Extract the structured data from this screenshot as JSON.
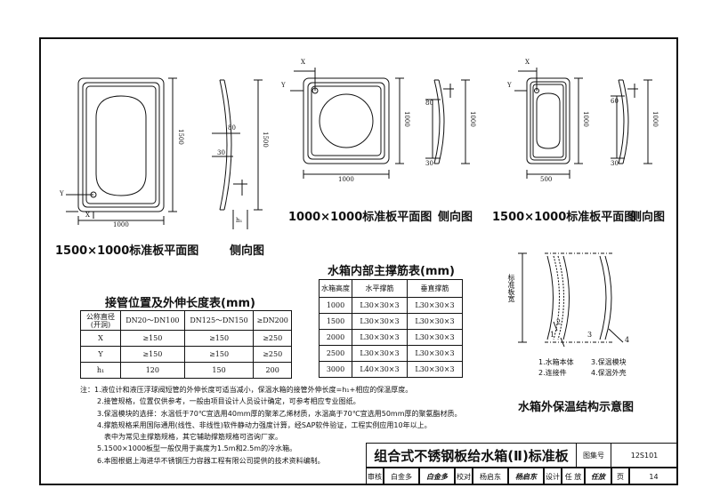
{
  "captions": {
    "plan_1500": "1500×1000标准板平面图",
    "side_1500": "侧向图",
    "plan_1000": "1000×1000标准板平面图",
    "side_1000": "侧向图",
    "plan_1500b": "1500×1000标准板平面图",
    "side_1500b": "侧向图"
  },
  "dims": {
    "w1000": "1000",
    "h1500": "1500",
    "h1000": "1000",
    "w500": "500",
    "d80": "80",
    "d30": "30",
    "d60": "60",
    "h1": "h₁",
    "x": "X",
    "y": "Y"
  },
  "pipe_table": {
    "title": "接管位置及外伸长度表(mm)",
    "headers": [
      "公称直径\n(开洞)",
      "DN20～DN100",
      "DN125～DN150",
      "≥DN200"
    ],
    "rows": [
      [
        "X",
        "≥150",
        "≥150",
        "≥250"
      ],
      [
        "Y",
        "≥150",
        "≥150",
        "≥250"
      ],
      [
        "h₁",
        "120",
        "150",
        "200"
      ]
    ]
  },
  "rib_table": {
    "title": "水箱内部主撑筋表(mm)",
    "headers": [
      "水箱高度",
      "水平撑筋",
      "垂直撑筋"
    ],
    "rows": [
      [
        "1000",
        "L30×30×3",
        "L30×30×3"
      ],
      [
        "1500",
        "L30×30×3",
        "L30×30×3"
      ],
      [
        "2000",
        "L30×30×3",
        "L30×30×3"
      ],
      [
        "2500",
        "L30×30×3",
        "L30×30×3"
      ],
      [
        "3000",
        "L40×30×3",
        "L30×30×3"
      ]
    ]
  },
  "insulation": {
    "title": "水箱外保温结构示意图",
    "side_label": "标准板宽",
    "numbers": [
      "1",
      "2",
      "3",
      "4"
    ],
    "legend": [
      "1.水箱本体",
      "3.保温模块",
      "2.连接件",
      "4.保温外壳"
    ]
  },
  "notes": [
    "注：1.液位计和液压浮球阀短管的外伸长度可适当减小，保温水箱的接管外伸长度=h₁+相应的保温厚度。",
    "2.接管规格，位置仅供参考，一般由项目设计人员设计确定，可参考相应专业图纸。",
    "3.保温模块的选择：水温低于70℃宜选用40mm厚的聚苯乙烯材质，水温高于70℃宜选用50mm厚的聚氨酯材质。",
    "4.撑筋规格采用国际通用(线性、非线性)软件静动力强度计算，经SAP软件验证，工程实例应用10年以上。",
    "表中为常见主撑筋规格，其它辅助撑筋规格可咨询厂家。",
    "5.1500×1000板型一般仅用于高度为1.5m和2.5m的冷水箱。",
    "6.本图根据上海进华不锈钢压力容器工程有限公司提供的技术资料编制。"
  ],
  "title_block": {
    "title": "组合式不锈钢板给水箱(Ⅱ)标准板",
    "atlas_label": "图集号",
    "atlas_no": "12S101",
    "review_label": "审核",
    "reviewer": "白金多",
    "reviewer_sig": "白金多",
    "check_label": "校对",
    "checker": "杨启东",
    "checker_sig": "杨启东",
    "design_label": "设计",
    "designer": "任 放",
    "designer_sig": "任放",
    "page_label": "页",
    "page_no": "14"
  }
}
